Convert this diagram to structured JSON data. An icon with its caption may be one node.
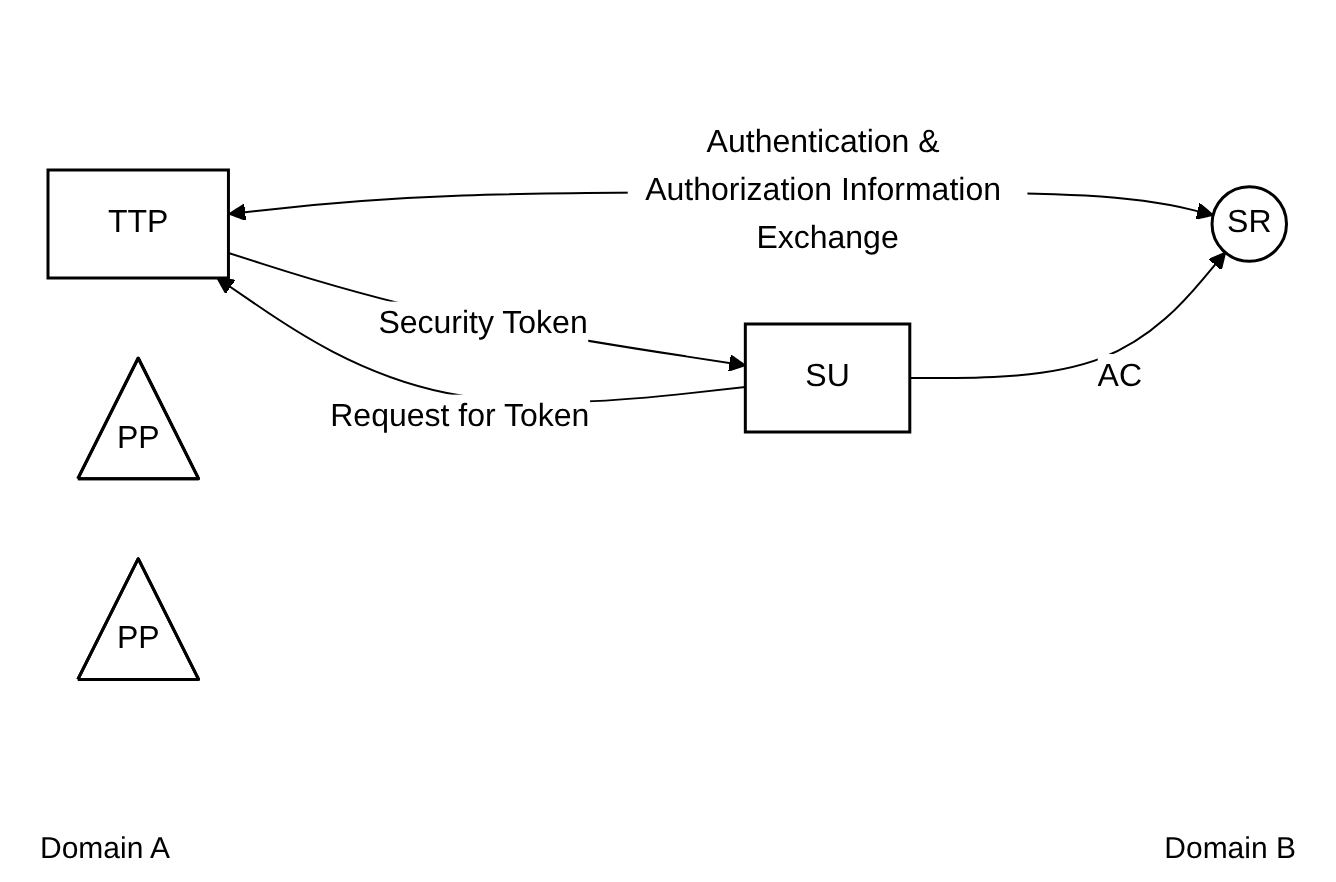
{
  "diagram": {
    "nodes": [
      {
        "text": [
          "TTP"
        ]
      },
      {
        "text": [
          "SU"
        ]
      },
      {
        "text": [
          "SR"
        ]
      },
      {
        "text": [
          "PP"
        ]
      },
      {
        "text": [
          "PP"
        ]
      }
    ],
    "edges": [
      {
        "from": 1,
        "to": 0,
        "arrow": "to",
        "label": "Request for Token"
      },
      {
        "from": 0,
        "to": 1,
        "arrow": "to",
        "label": "Security Token"
      },
      {
        "from": 0,
        "to": 2,
        "arrow": "both",
        "label": "Authentication & Authorization Information Exchange"
      },
      {
        "from": 1,
        "to": 2,
        "arrow": "to",
        "label": "AC"
      }
    ],
    "labels": [
      "Domain A",
      "Domain B"
    ]
  }
}
